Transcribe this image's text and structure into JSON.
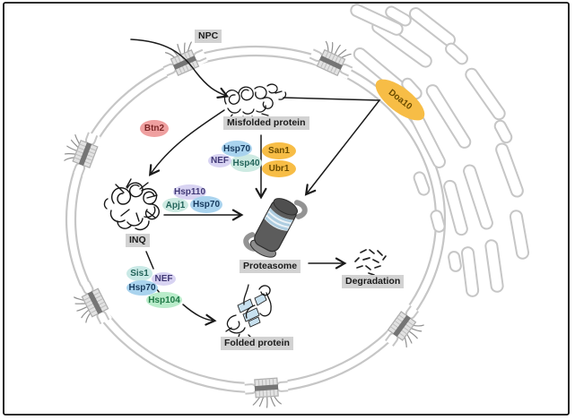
{
  "structures": {
    "npc": "NPC",
    "misfolded_protein": "Misfolded protein",
    "inq": "INQ",
    "proteasome": "Proteasome",
    "degradation": "Degradation",
    "folded_protein": "Folded protein"
  },
  "factors": {
    "btn2": {
      "label": "Btn2",
      "fill": "#efa0a0",
      "text_color": "#7c2727"
    },
    "hsp70_misfolded": {
      "label": "Hsp70",
      "fill": "#a9d3ee",
      "text_color": "#173a5e"
    },
    "nef_misfolded": {
      "label": "NEF",
      "fill": "#d8d3f2",
      "text_color": "#423a77"
    },
    "hsp40_misfolded": {
      "label": "Hsp40",
      "fill": "#cdeae2",
      "text_color": "#23645a"
    },
    "san1": {
      "label": "San1",
      "fill": "#f7bd46",
      "text_color": "#6b4c00"
    },
    "ubr1": {
      "label": "Ubr1",
      "fill": "#f7bd46",
      "text_color": "#6b4c00"
    },
    "doa10": {
      "label": "Doa10",
      "fill": "#f7bd46",
      "text_color": "#6b4c00"
    },
    "hsp110_inq": {
      "label": "Hsp110",
      "fill": "#d8d3f2",
      "text_color": "#423a77"
    },
    "apj1_inq": {
      "label": "Apj1",
      "fill": "#cdeae2",
      "text_color": "#23645a"
    },
    "hsp70_inq": {
      "label": "Hsp70",
      "fill": "#a9d3ee",
      "text_color": "#173a5e"
    },
    "sis1": {
      "label": "Sis1",
      "fill": "#c9e9e6",
      "text_color": "#23645a"
    },
    "nef_refolding": {
      "label": "NEF",
      "fill": "#d8d3f2",
      "text_color": "#423a77"
    },
    "hsp70_refolding": {
      "label": "Hsp70",
      "fill": "#a9d3ee",
      "text_color": "#173a5e"
    },
    "hsp104": {
      "label": "Hsp104",
      "fill": "#b9ecca",
      "text_color": "#1f7a46"
    }
  },
  "colors": {
    "membrane": "#c6c6c6",
    "label_bg": "#d2d2d2",
    "arrow": "#1a1a1a",
    "proteasome_body": "#5c5c5c",
    "proteasome_stripe": "#aecde0",
    "beta_sheet_blue": "#c7e0ef",
    "frame": "#111111"
  }
}
